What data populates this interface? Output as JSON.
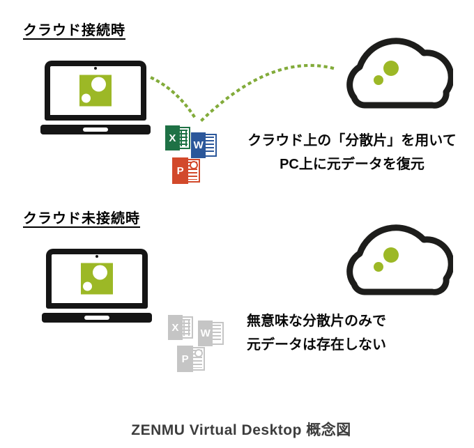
{
  "diagram": {
    "caption": "ZENMU Virtual Desktop 概念図",
    "sections": [
      {
        "id": "cloud-connected",
        "title": "クラウド接続時",
        "line1": "クラウド上の「分散片」を用いて",
        "line2": "PC上に元データを復元",
        "office_icons_state": "colored",
        "link": "green-dotted-arcs-from-laptop-via-files-to-cloud"
      },
      {
        "id": "cloud-disconnected",
        "title": "クラウド未接続時",
        "line1": "無意味な分散片のみで",
        "line2": "元データは存在しない",
        "office_icons_state": "grayed-out",
        "link": "none"
      }
    ],
    "office": {
      "excel": "X",
      "word": "W",
      "powerpoint": "P"
    },
    "icons": {
      "laptop": "laptop-with-zenmu-logo",
      "cloud": "cloud-with-zenmu-fragments",
      "zenmu_logo": "green-square-with-two-white-circles",
      "dotted_link": "green-dotted-arc"
    },
    "colors": {
      "zenmu_green": "#9CB826",
      "dot_green": "#82AB3A",
      "excel_green": "#1E7145",
      "word_blue": "#2B579A",
      "powerpoint_orange": "#D2492B",
      "gray_icon": "#C5C5C5",
      "outline_black": "#151515",
      "caption_text": "#3D3D3D"
    }
  }
}
